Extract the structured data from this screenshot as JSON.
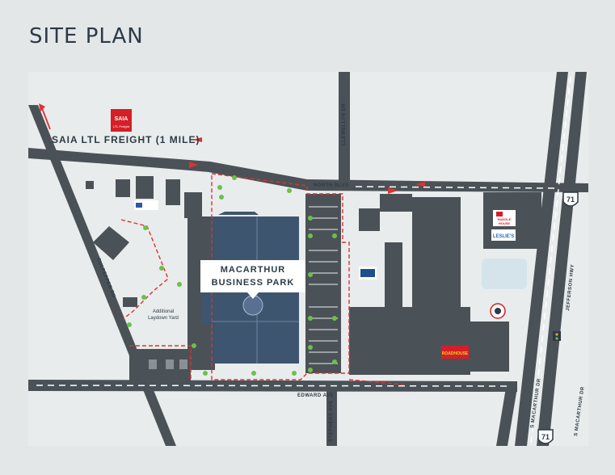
{
  "page": {
    "title": "SITE PLAN"
  },
  "callouts": {
    "saia": "SAIA LTL FREIGHT (1 MILE)",
    "property_line1": "MACARTHUR",
    "property_line2": "BUSINESS PARK",
    "laydown_line1": "Additional",
    "laydown_line2": "Laydown Yard"
  },
  "streets": {
    "north_blvd": "NORTH BLVD",
    "llewellyn": "LLEWELLYN DR",
    "culpepper": "CULPEPPER RD",
    "edward": "EDWARD AVE",
    "stephens": "STEPHENS AVE",
    "jefferson": "JEFFERSON HWY",
    "s_macarthur_1": "S MACARTHUR DR",
    "s_macarthur_2": "S MACARTHUR DR"
  },
  "shields": {
    "us71_north": "71",
    "us71_south": "71"
  },
  "logos": {
    "saia_main": "SAIA",
    "saia_sub": "LTL Freight",
    "huddle_house_1": "HUDDLE",
    "huddle_house_2": "HOUSE",
    "leslies": "LESLIE'S",
    "roadhouse": "ROADHOUSE"
  },
  "colors": {
    "road": "#4b5257",
    "building": "#4b5257",
    "subject_building": "#3e5570",
    "boundary": "#e03131",
    "tree": "#6cc04a",
    "water": "#d4e4ea",
    "text": "#2c3a47"
  }
}
